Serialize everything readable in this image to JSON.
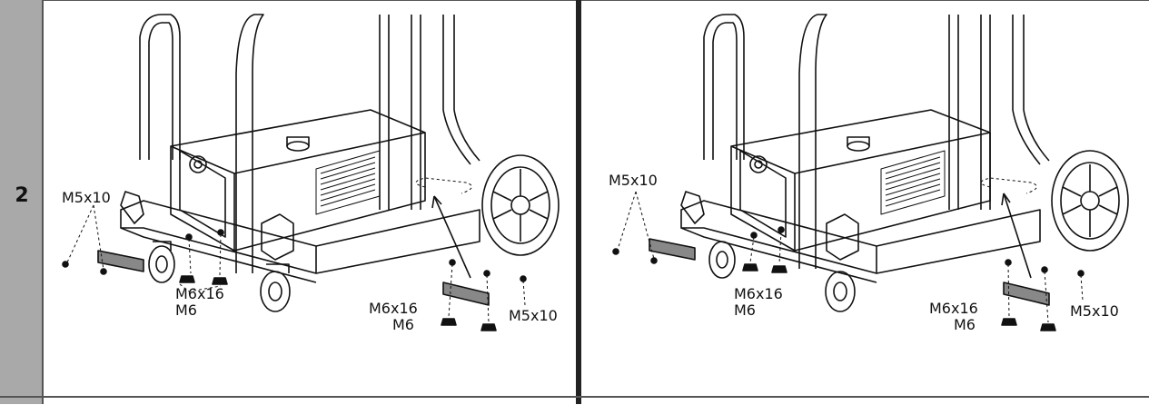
{
  "step": {
    "number": "2"
  },
  "left_panel": {
    "labels": {
      "m5x10_left": "M5x10",
      "m6x16_front": "M6x16",
      "m6_front": "M6",
      "m6x16_rear": "M6x16",
      "m6_rear": "M6",
      "m5x10_rear": "M5x10"
    }
  },
  "right_panel": {
    "labels": {
      "m5x10_left": "M5x10",
      "m6x16_front": "M6x16",
      "m6_front": "M6",
      "m6x16_rear": "M6x16",
      "m6_rear": "M6",
      "m5x10_rear": "M5x10"
    }
  }
}
